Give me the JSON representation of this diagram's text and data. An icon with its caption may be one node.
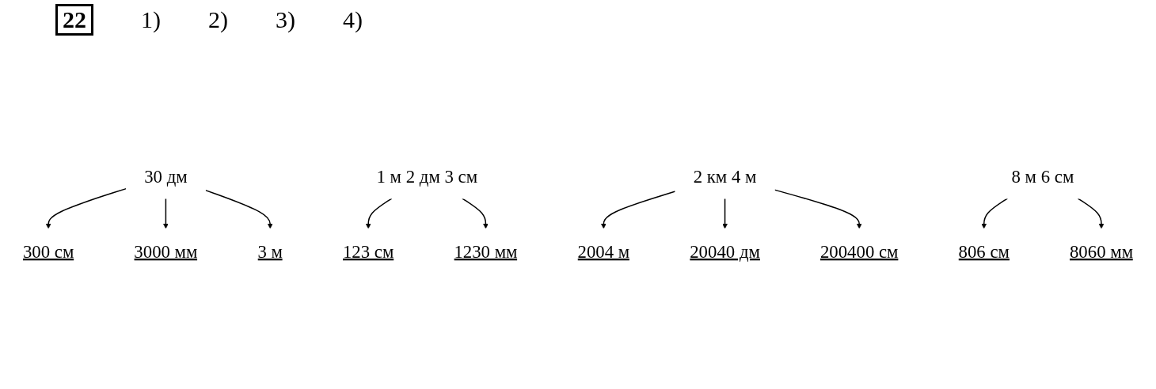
{
  "diagram": {
    "nodes": [
      {
        "text": [
          "30 дм"
        ]
      },
      {
        "text": [
          "300 см"
        ]
      },
      {
        "text": [
          "3000 мм"
        ]
      },
      {
        "text": [
          "3 м"
        ]
      },
      {
        "text": [
          "1 м 2 дм 3 см"
        ]
      },
      {
        "text": [
          "123 см"
        ]
      },
      {
        "text": [
          "1230 мм"
        ]
      },
      {
        "text": [
          "2 км 4 м"
        ]
      },
      {
        "text": [
          "2004 м"
        ]
      },
      {
        "text": [
          "20040 дм"
        ]
      },
      {
        "text": [
          "200400 см"
        ]
      },
      {
        "text": [
          "8 м 6 см"
        ]
      },
      {
        "text": [
          "806 см"
        ]
      },
      {
        "text": [
          "8060 мм"
        ]
      }
    ],
    "edges": [
      {
        "from": 0,
        "to": 1,
        "arrow": "to"
      },
      {
        "from": 0,
        "to": 2,
        "arrow": "to"
      },
      {
        "from": 0,
        "to": 3,
        "arrow": "to"
      },
      {
        "from": 4,
        "to": 5,
        "arrow": "to"
      },
      {
        "from": 4,
        "to": 6,
        "arrow": "to"
      },
      {
        "from": 7,
        "to": 8,
        "arrow": "to"
      },
      {
        "from": 7,
        "to": 9,
        "arrow": "to"
      },
      {
        "from": 7,
        "to": 10,
        "arrow": "to"
      },
      {
        "from": 11,
        "to": 12,
        "arrow": "to"
      },
      {
        "from": 11,
        "to": 13,
        "arrow": "to"
      }
    ],
    "labels": [
      "22",
      "1)",
      "2)",
      "3)",
      "4)"
    ]
  }
}
